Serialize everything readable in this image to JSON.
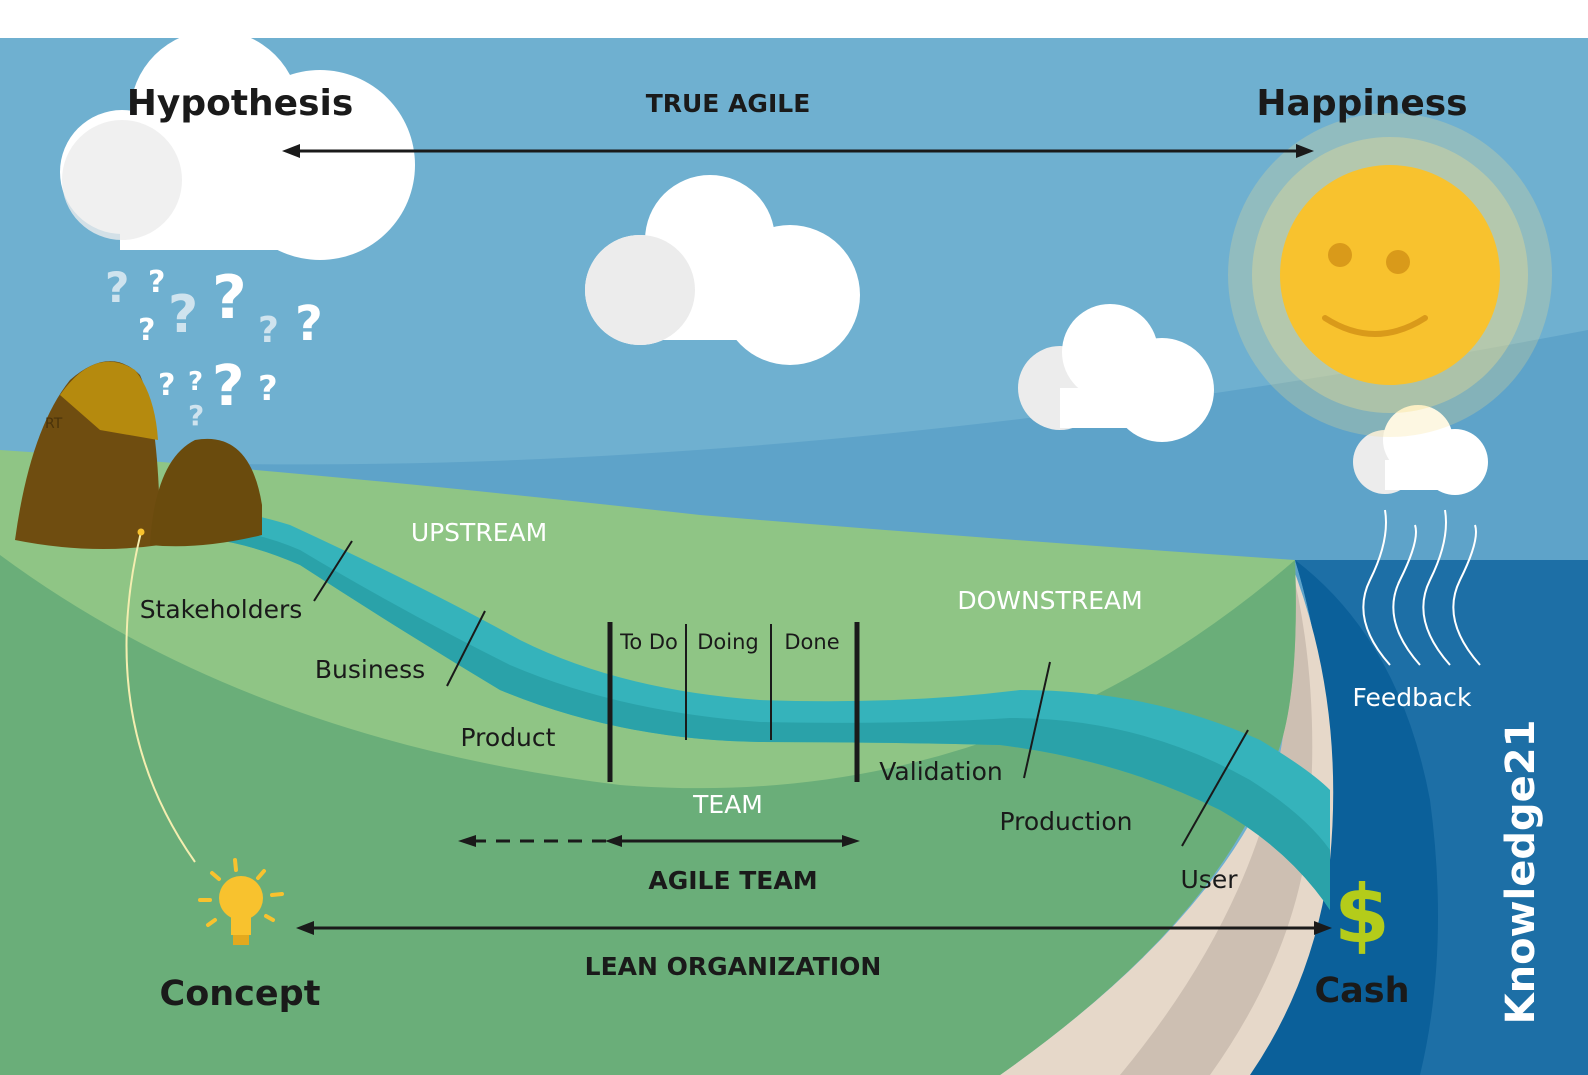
{
  "title_left": "Hypothesis",
  "title_center": "TRUE AGILE",
  "title_right": "Happiness",
  "upstream": "UPSTREAM",
  "downstream": "DOWNSTREAM",
  "stages": {
    "stakeholders": "Stakeholders",
    "business": "Business",
    "product": "Product",
    "validation": "Validation",
    "production": "Production",
    "user": "User"
  },
  "board": {
    "todo": "To Do",
    "doing": "Doing",
    "done": "Done"
  },
  "team": "TEAM",
  "agile_team": "AGILE TEAM",
  "lean_org": "LEAN ORGANIZATION",
  "concept": "Concept",
  "cash": "Cash",
  "cash_symbol": "$",
  "feedback": "Feedback",
  "brand": "Knowledge21",
  "rock_mark": "RT",
  "colors": {
    "sky": "#6fb0d0",
    "hill_light": "#8fc585",
    "hill_dark": "#6aae79",
    "river": "#35b3bb",
    "river_dark": "#2aa2a9",
    "sea": "#1d6fa6",
    "sun": "#f8c22e",
    "brand_text": "#ffffff"
  }
}
